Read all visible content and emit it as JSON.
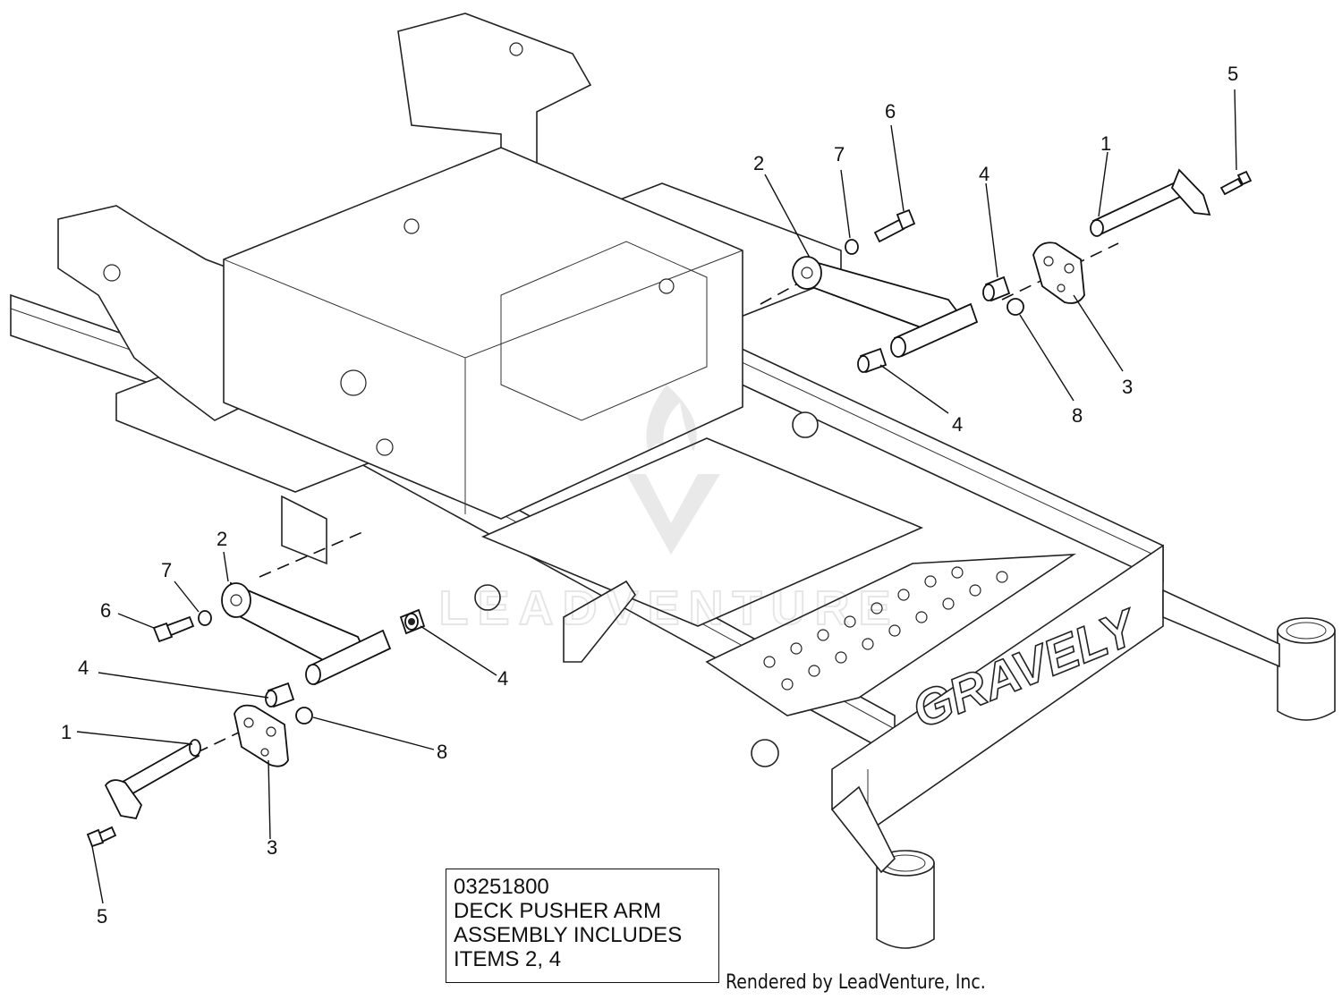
{
  "watermark": {
    "brand_text": "LEADVENTURE",
    "logo": "flame-v-logo"
  },
  "frame_brand": "GRAVELY",
  "callout": {
    "lines": [
      "03251800",
      "DECK PUSHER ARM",
      "ASSEMBLY INCLUDES",
      "ITEMS 2, 4"
    ]
  },
  "footer": {
    "rendered_by": "Rendered by LeadVenture, Inc."
  },
  "labels": {
    "right_assembly": {
      "item_5": "5",
      "item_6": "6",
      "item_7": "7",
      "item_2": "2",
      "item_4_top": "4",
      "item_1": "1",
      "item_3": "3",
      "item_8": "8",
      "item_4_bottom": "4"
    },
    "left_assembly": {
      "item_2": "2",
      "item_7": "7",
      "item_6": "6",
      "item_4_right": "4",
      "item_4_left": "4",
      "item_1": "1",
      "item_8": "8",
      "item_3": "3",
      "item_5": "5"
    }
  }
}
